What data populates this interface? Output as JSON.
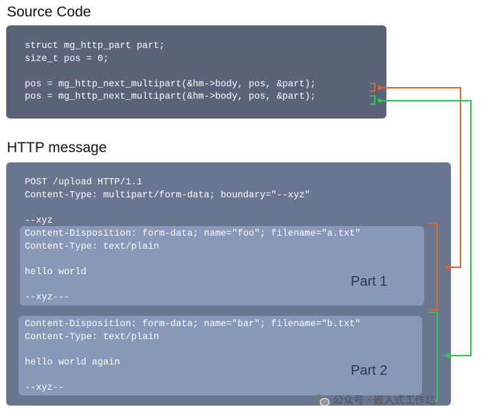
{
  "headings": {
    "source": "Source Code",
    "http": "HTTP message"
  },
  "source_code": {
    "lines": [
      "struct mg_http_part part;",
      "size_t pos = 0;",
      "",
      "pos = mg_http_next_multipart(&hm->body, pos, &part);",
      "pos = mg_http_next_multipart(&hm->body, pos, &part);"
    ]
  },
  "http_message": {
    "header_lines": [
      "POST /upload HTTP/1.1",
      "Content-Type: multipart/form-data; boundary=\"--xyz\"",
      "",
      "--xyz"
    ],
    "parts": [
      {
        "label": "Part 1",
        "lines": [
          "Content-Disposition: form-data; name=\"foo\"; filename=\"a.txt\"",
          "Content-Type: text/plain",
          "",
          "hello world",
          "",
          "--xyz---"
        ]
      },
      {
        "label": "Part 2",
        "lines": [
          "Content-Disposition: form-data; name=\"bar\"; filename=\"b.txt\"",
          "Content-Type: text/plain",
          "",
          "hello world again",
          "",
          "--xyz--"
        ]
      }
    ]
  },
  "colors": {
    "source_panel": "#5b6378",
    "http_panel": "#6a7590",
    "part_box": "#8798b8",
    "connector_part1": "#e0662a",
    "connector_part2": "#2ec84a"
  },
  "watermark": {
    "icon": "wechat-icon",
    "text": "公众号 · 嵌入式工作站"
  }
}
